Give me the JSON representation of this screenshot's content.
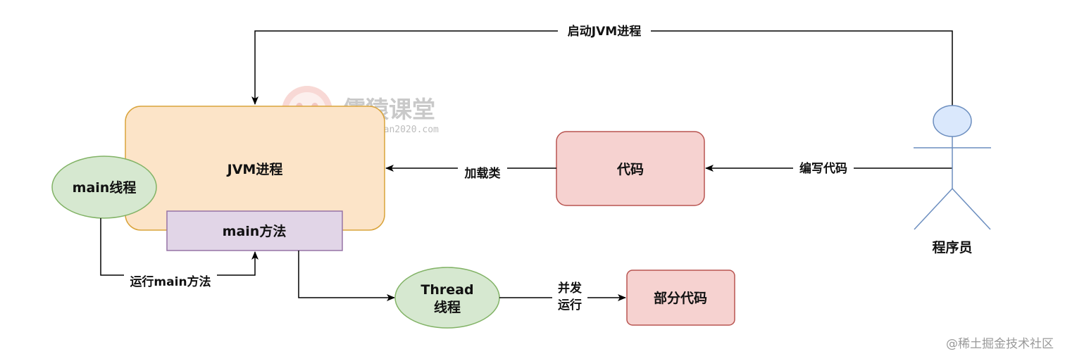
{
  "watermark": {
    "title": "儒猿课堂",
    "url": "www.ruyuan2020.com"
  },
  "credit": "@稀土掘金技术社区",
  "nodes": {
    "jvm_process": "JVM进程",
    "main_thread": "main线程",
    "main_method": "main方法",
    "code": "代码",
    "thread_thread": [
      "Thread",
      "线程"
    ],
    "partial_code": "部分代码",
    "programmer": "程序员"
  },
  "edges": {
    "start_jvm": "启动JVM进程",
    "load_class": "加载类",
    "write_code": "编写代码",
    "run_main": "运行main方法",
    "concurrent_run": [
      "并发",
      "运行"
    ]
  },
  "colors": {
    "jvm_fill": "#fce4c8",
    "jvm_stroke": "#d9a33a",
    "main_thread_fill": "#d6e8d0",
    "main_thread_stroke": "#82b366",
    "main_method_fill": "#e1d5e7",
    "main_method_stroke": "#9673a6",
    "code_fill": "#f6d2d0",
    "code_stroke": "#b85450",
    "programmer_head_fill": "#dae8fc",
    "programmer_stroke": "#6c8ebf",
    "edge": "#000000"
  }
}
